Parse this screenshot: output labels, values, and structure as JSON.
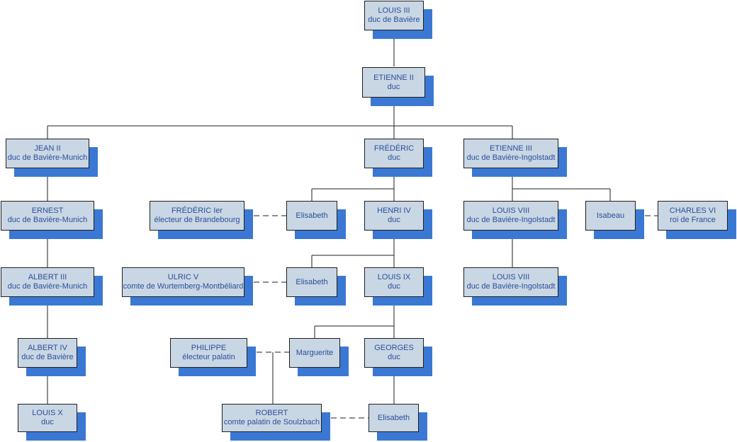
{
  "diagram": {
    "colors": {
      "box_fill": "#c9d6e4",
      "shadow": "#3a78d4",
      "text": "#2b4f9a",
      "line": "#1f1f1f"
    },
    "nodes": [
      {
        "id": "louis-iii",
        "name": "LOUIS III",
        "title": "duc de Bavière"
      },
      {
        "id": "etienne-ii",
        "name": "ETIENNE II",
        "title": "duc"
      },
      {
        "id": "jean-ii",
        "name": "JEAN II",
        "title": "duc de Bavière-Munich"
      },
      {
        "id": "frederic",
        "name": "FRÉDÉRIC",
        "title": "duc"
      },
      {
        "id": "etienne-iii",
        "name": "ETIENNE III",
        "title": "duc de Bavière-Ingolstadt"
      },
      {
        "id": "ernest",
        "name": "ERNEST",
        "title": "duc de Bavière-Munich"
      },
      {
        "id": "frederic-ier",
        "name": "FRÉDÉRIC Ier",
        "title": "électeur de Brandebourg"
      },
      {
        "id": "elisabeth-1",
        "name": "Elisabeth",
        "title": ""
      },
      {
        "id": "henri-iv",
        "name": "HENRI IV",
        "title": "duc"
      },
      {
        "id": "louis-viii-1",
        "name": "LOUIS VIII",
        "title": "duc de Bavière-Ingolstadt"
      },
      {
        "id": "isabeau",
        "name": "Isabeau",
        "title": ""
      },
      {
        "id": "charles-vi",
        "name": "CHARLES VI",
        "title": "roi de France"
      },
      {
        "id": "albert-iii",
        "name": "ALBERT III",
        "title": "duc de Bavière-Munich"
      },
      {
        "id": "ulric-v",
        "name": "ULRIC V",
        "title": "comte de Wurtemberg-Montbéliard"
      },
      {
        "id": "elisabeth-2",
        "name": "Elisabeth",
        "title": ""
      },
      {
        "id": "louis-ix",
        "name": "LOUIS IX",
        "title": "duc"
      },
      {
        "id": "louis-viii-2",
        "name": "LOUIS VIII",
        "title": "duc de Bavière-Ingolstadt"
      },
      {
        "id": "albert-iv",
        "name": "ALBERT IV",
        "title": "duc de Bavière"
      },
      {
        "id": "philippe",
        "name": "PHILIPPE",
        "title": "électeur palatin"
      },
      {
        "id": "marguerite",
        "name": "Marguerite",
        "title": ""
      },
      {
        "id": "georges",
        "name": "GEORGES",
        "title": "duc"
      },
      {
        "id": "louis-x",
        "name": "LOUIS X",
        "title": "duc"
      },
      {
        "id": "robert",
        "name": "ROBERT",
        "title": "comte palatin de Soulzbach"
      },
      {
        "id": "elisabeth-3",
        "name": "Elisabeth",
        "title": ""
      }
    ]
  }
}
